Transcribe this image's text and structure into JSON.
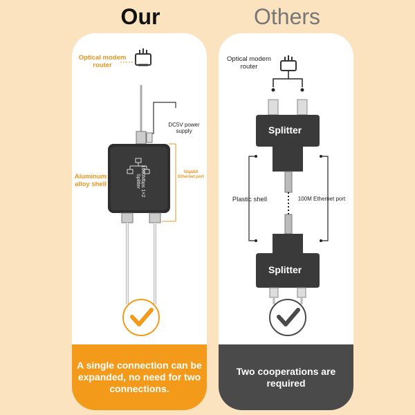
{
  "headings": {
    "our": "Our",
    "others": "Others"
  },
  "our_card": {
    "modem_label": "Optical modem router",
    "power_label": "DC5V power supply",
    "shell_label": "Aluminum alloy shell",
    "port_label": "Gigabit Ethernet port",
    "device_text": "1000Mbps 1×2 Splitter",
    "footer": "A single connection can be expanded, no need for two connections.",
    "check_icon": "checkmark-icon"
  },
  "others_card": {
    "modem_label": "Optical modem router",
    "splitter_top": "Splitter",
    "splitter_bottom": "Splitter",
    "plastic_label": "Plastic shell",
    "ethernet_label": "100M Ethernet port",
    "footer": "Two cooperations are required",
    "check_icon": "checkmark-icon"
  },
  "colors": {
    "background": "#fbe3c0",
    "accent": "#f49a1b",
    "dark": "#4a4a4a",
    "device": "#333333"
  }
}
